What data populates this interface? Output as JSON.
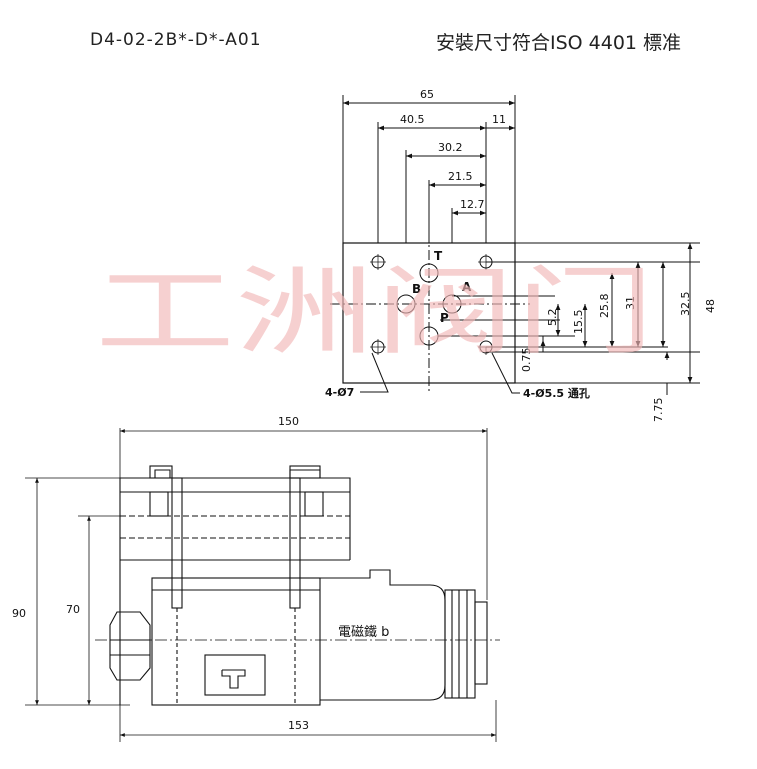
{
  "header": {
    "model": "D4-02-2B*-D*-A01",
    "standard": "安裝尺寸符合ISO 4401 標准"
  },
  "watermark": "工洲阀门",
  "top_view": {
    "dims": {
      "d65": "65",
      "d40_5": "40.5",
      "d11": "11",
      "d30_2": "30.2",
      "d21_5": "21.5",
      "d12_7": "12.7",
      "d48": "48",
      "d32_5": "32.5",
      "d31": "31",
      "d25_8": "25.8",
      "d15_5": "15.5",
      "d5_2": "5.2",
      "d0_75": "0.75",
      "d7_75": "7.75"
    },
    "ports": {
      "t": "T",
      "b": "B",
      "a": "A",
      "p": "P"
    },
    "callouts": {
      "holes_7": "4-Ø7",
      "holes_5_5": "4-Ø5.5 通孔"
    }
  },
  "side_view": {
    "dims": {
      "d150": "150",
      "d153": "153",
      "d90": "90",
      "d70": "70"
    },
    "coil_label": "電磁鐵 b"
  },
  "colors": {
    "line": "#111111",
    "watermark": "#f2b8b8"
  }
}
